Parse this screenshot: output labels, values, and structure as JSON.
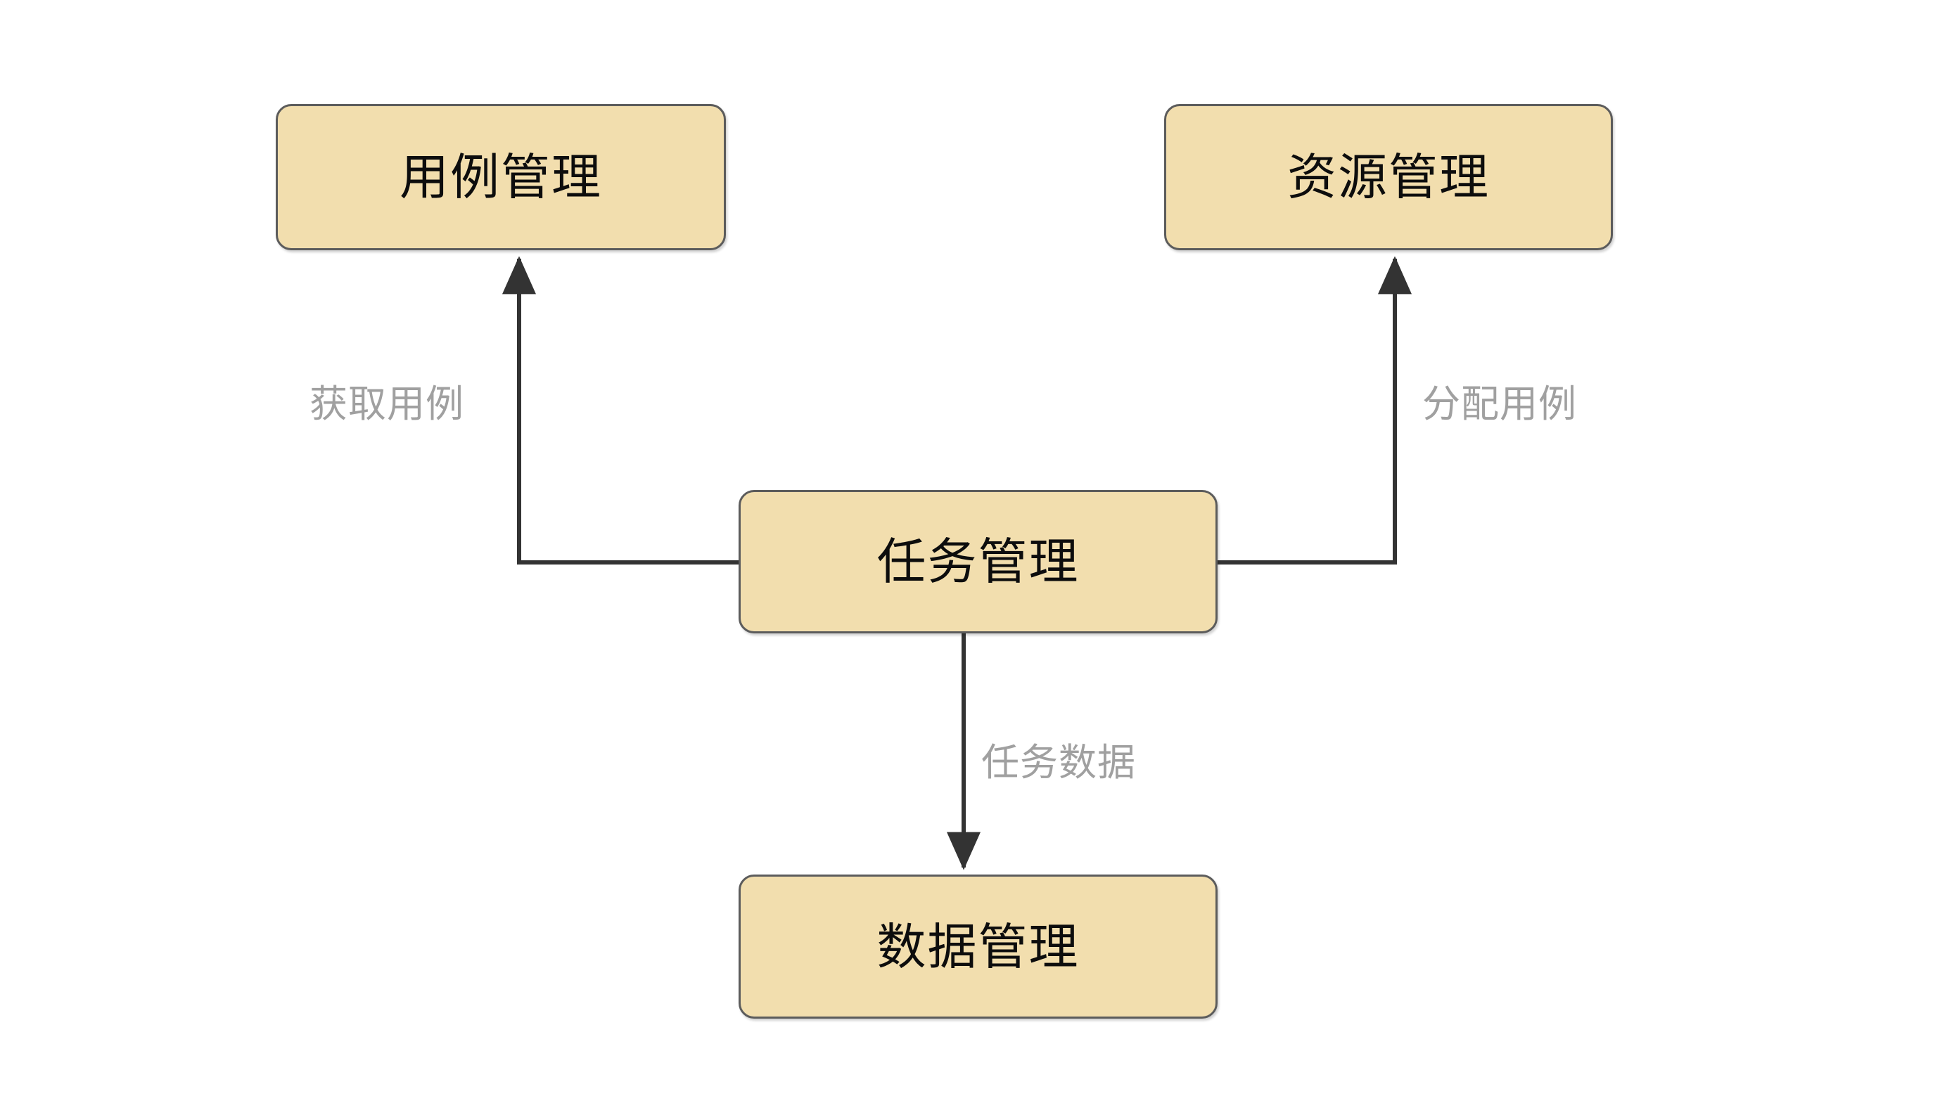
{
  "diagram": {
    "type": "flow-diagram",
    "background_color": "#FFFFFF",
    "node_fill_color": "#F2DEAE",
    "node_border_color": "#5C5C5C",
    "node_text_color": "#0D0D0D",
    "edge_color": "#333333",
    "edge_label_color": "#A0A0A0",
    "nodes": [
      {
        "id": "usecase",
        "label": "用例管理"
      },
      {
        "id": "resource",
        "label": "资源管理"
      },
      {
        "id": "task",
        "label": "任务管理"
      },
      {
        "id": "data",
        "label": "数据管理"
      }
    ],
    "edges": [
      {
        "id": "task-to-usecase",
        "from": "task",
        "to": "usecase",
        "label": "获取用例",
        "arrow": "to"
      },
      {
        "id": "task-to-resource",
        "from": "task",
        "to": "resource",
        "label": "分配用例",
        "arrow": "to"
      },
      {
        "id": "task-to-data",
        "from": "task",
        "to": "data",
        "label": "任务数据",
        "arrow": "to"
      }
    ]
  }
}
